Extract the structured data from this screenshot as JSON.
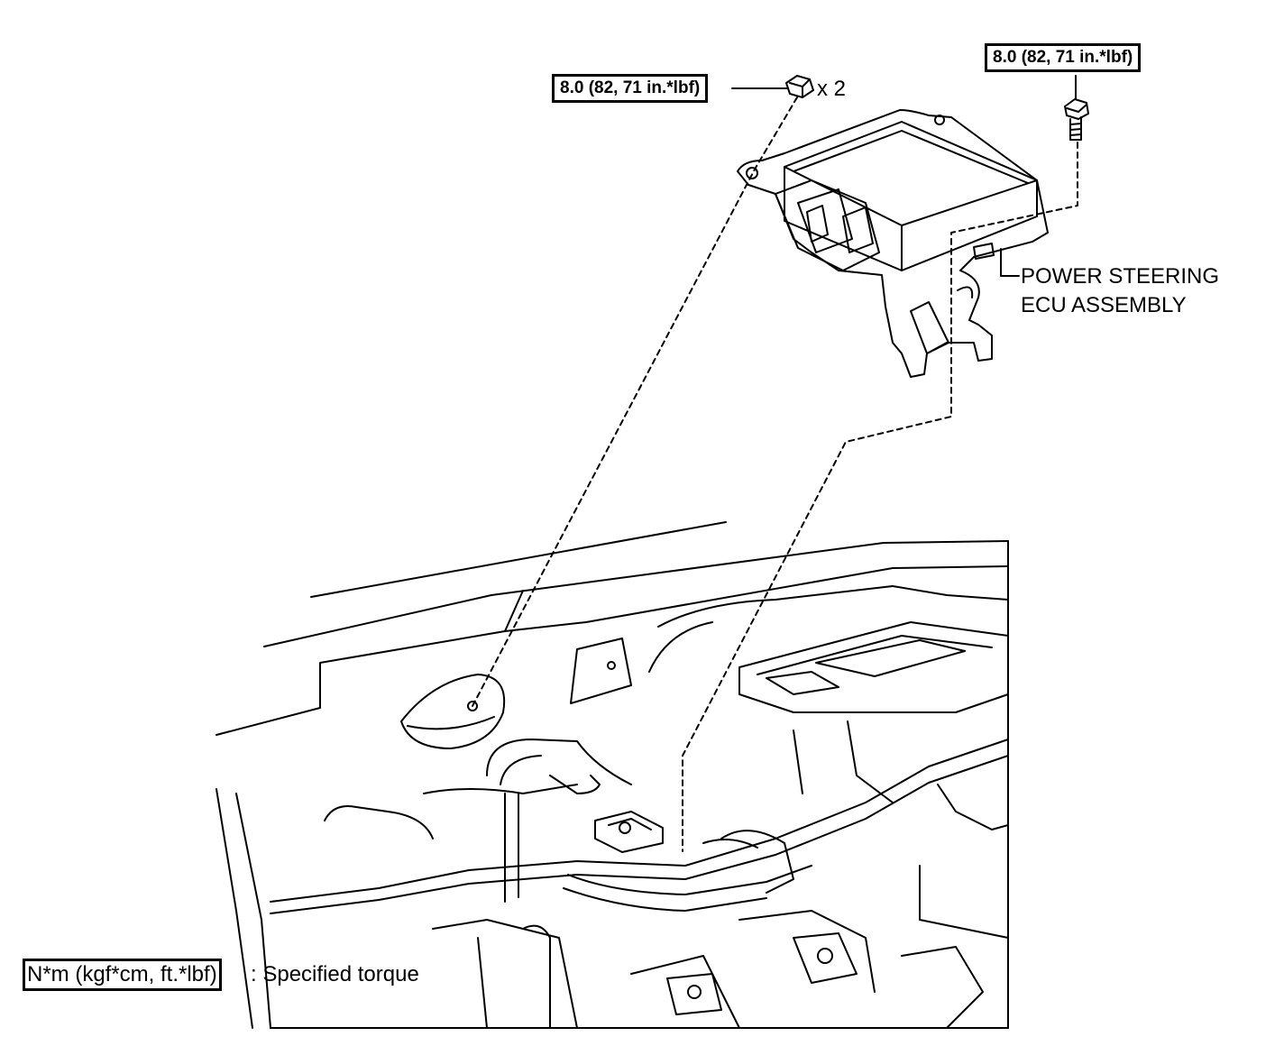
{
  "callouts": {
    "nut_torque": "8.0 (82, 71 in.*lbf)",
    "nut_quantity": "x 2",
    "bolt_torque": "8.0 (82, 71 in.*lbf)",
    "part_name_line1": "POWER STEERING",
    "part_name_line2": "ECU ASSEMBLY"
  },
  "legend": {
    "unit_box": "N*m (kgf*cm, ft.*lbf)",
    "description": ": Specified torque"
  },
  "icons": [
    "nut-icon",
    "bolt-icon",
    "ecu-assembly",
    "engine-bay"
  ]
}
